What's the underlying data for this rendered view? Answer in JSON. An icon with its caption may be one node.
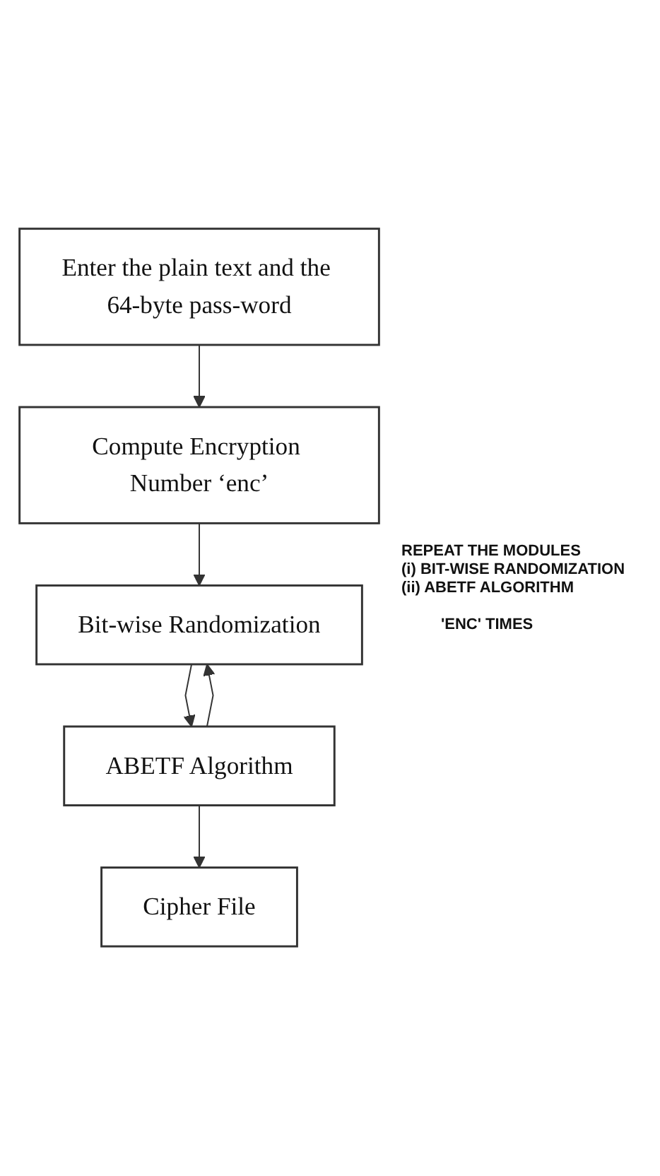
{
  "diagram": {
    "nodes": [
      {
        "text": [
          "Enter the plain text and the 64-byte pass-word"
        ]
      },
      {
        "text": [
          "Compute Encryption Number ‘enc’"
        ]
      },
      {
        "text": [
          "Bit-wise Randomization"
        ]
      },
      {
        "text": [
          "ABETF Algorithm"
        ]
      },
      {
        "text": [
          "Cipher File"
        ]
      }
    ],
    "edges": [
      {
        "from": 0,
        "to": 1,
        "arrow": "to"
      },
      {
        "from": 1,
        "to": 2,
        "arrow": "to"
      },
      {
        "from": 2,
        "to": 3,
        "arrow": "to"
      },
      {
        "from": 3,
        "to": 4,
        "arrow": "to"
      },
      {
        "from": 3,
        "to": 2,
        "arrow": "to"
      }
    ],
    "labels": [
      "REPEAT THE MODULES",
      "(i) BIT-WISE RANDOMIZATION",
      "(ii) ABETF ALGORITHM",
      "'ENC' TIMES"
    ]
  }
}
